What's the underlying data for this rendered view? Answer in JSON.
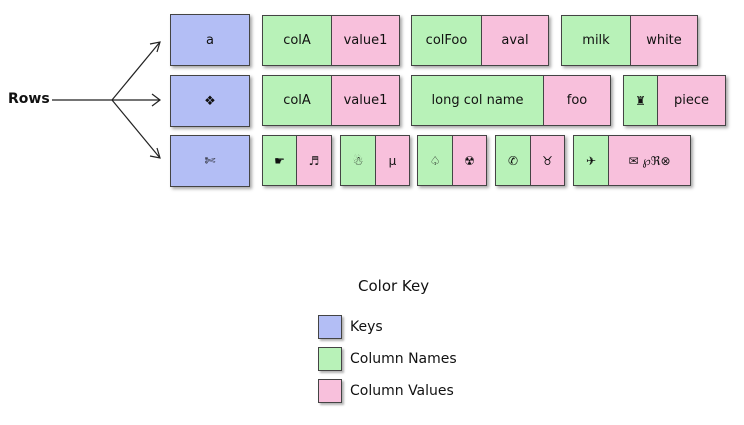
{
  "rows_label": "Rows",
  "rows": [
    {
      "key": "a",
      "columns": [
        {
          "name": "colA",
          "value": "value1"
        },
        {
          "name": "colFoo",
          "value": "aval"
        },
        {
          "name": "milk",
          "value": "white"
        }
      ]
    },
    {
      "key": "❖",
      "columns": [
        {
          "name": "colA",
          "value": "value1"
        },
        {
          "name": "long col name",
          "value": "foo"
        },
        {
          "name": "♜",
          "value": "piece"
        }
      ]
    },
    {
      "key": "✄",
      "columns": [
        {
          "name": "☛",
          "value": "♬"
        },
        {
          "name": "☃",
          "value": "μ"
        },
        {
          "name": "♤",
          "value": "☢"
        },
        {
          "name": "✆",
          "value": "♉"
        },
        {
          "name": "✈",
          "value": "✉ ℘ℜ⊗"
        }
      ]
    }
  ],
  "legend": {
    "title": "Color Key",
    "items": [
      {
        "label": "Keys",
        "color": "#b3bef5"
      },
      {
        "label": "Column Names",
        "color": "#b8f2b8"
      },
      {
        "label": "Column Values",
        "color": "#f8c0dc"
      }
    ]
  }
}
